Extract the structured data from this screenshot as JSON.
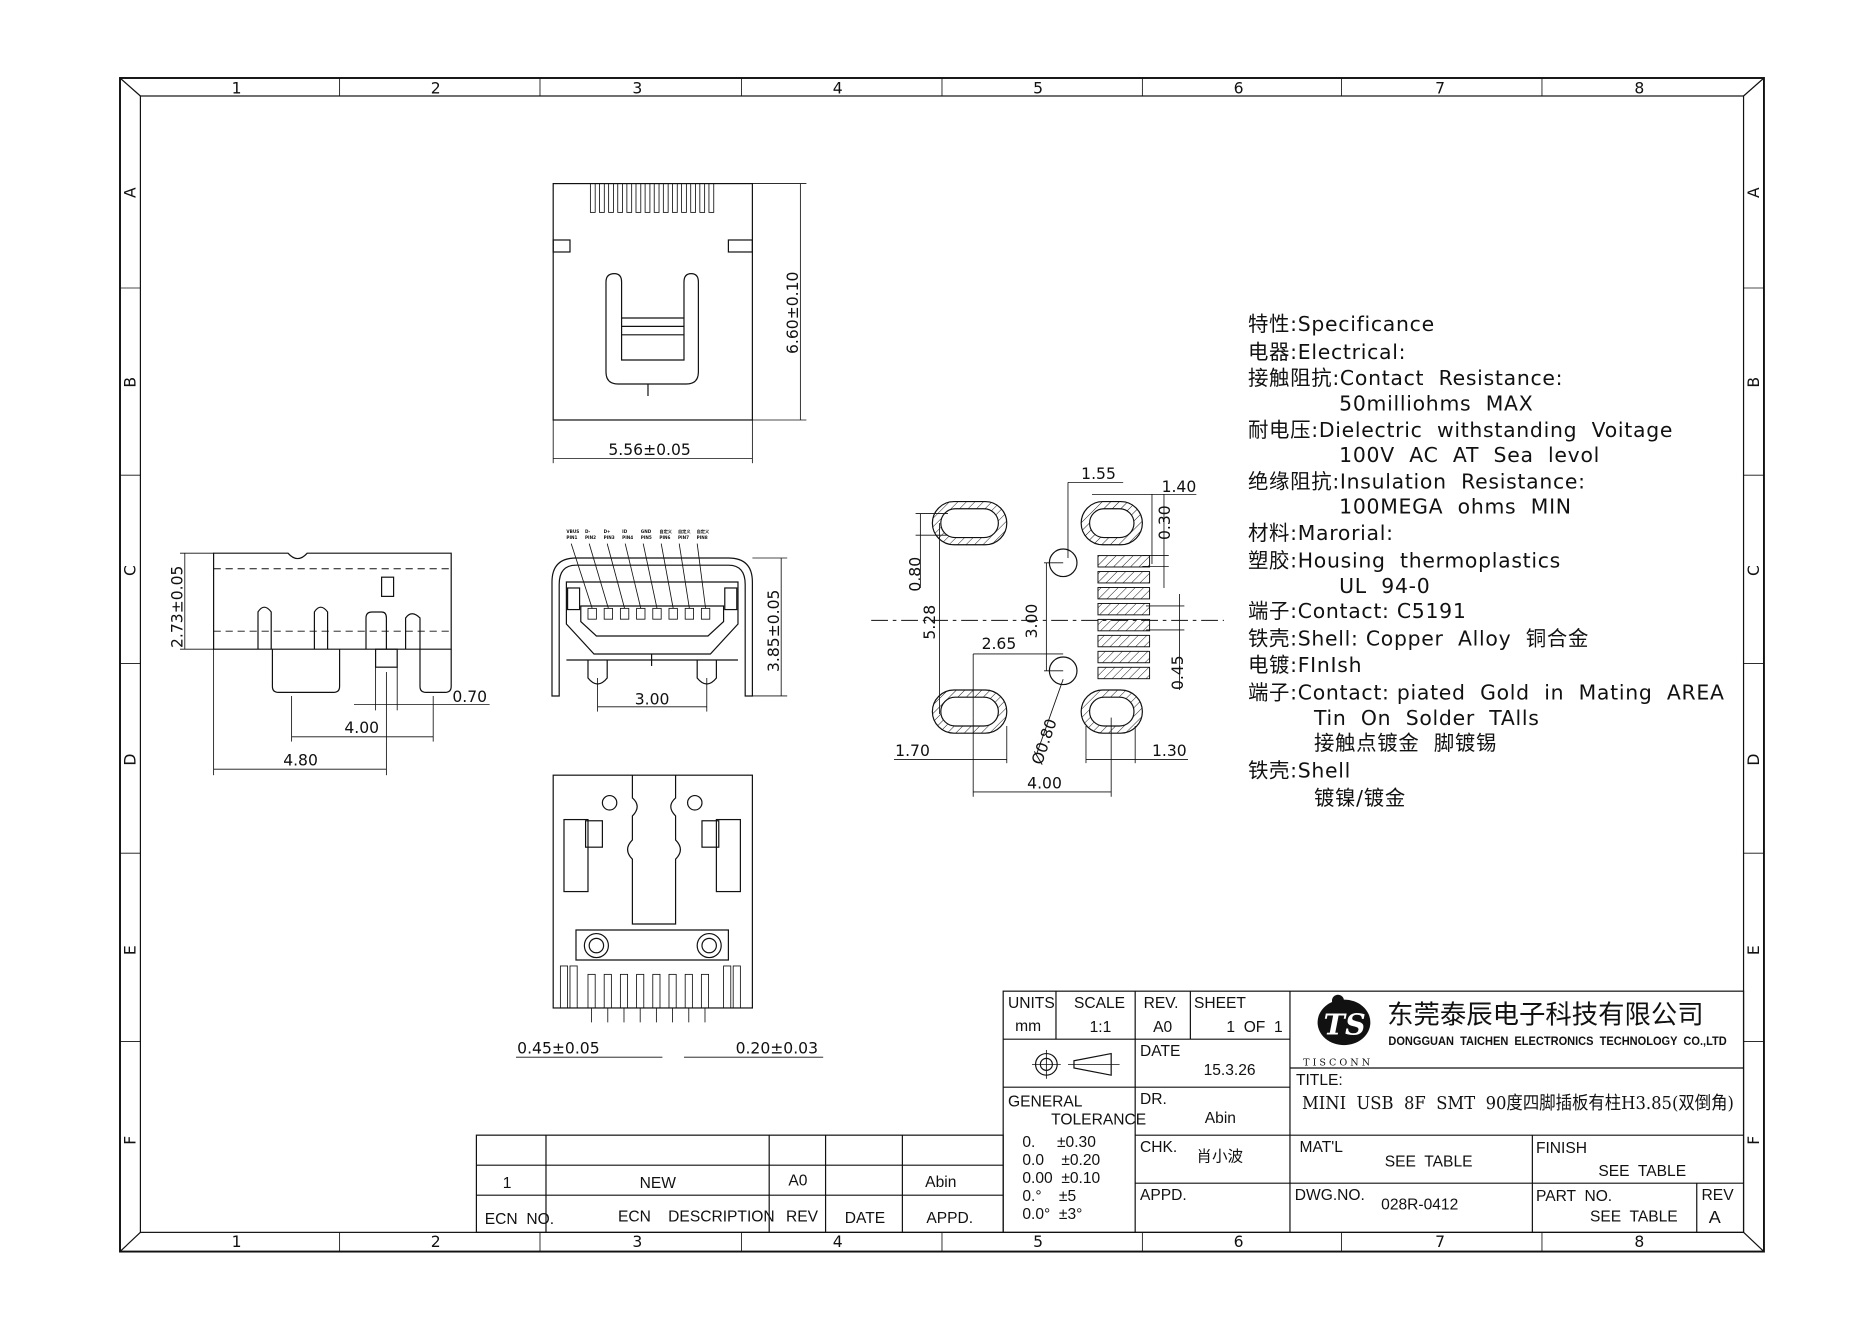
{
  "frame": {
    "columns": [
      "1",
      "2",
      "3",
      "4",
      "5",
      "6",
      "7",
      "8"
    ],
    "rows": [
      "A",
      "B",
      "C",
      "D",
      "E",
      "F"
    ]
  },
  "top_view": {
    "height_dim": "6.60±0.10",
    "width_dim": "5.56±0.05"
  },
  "side_view": {
    "height_dim": "2.73±0.05",
    "dim_a": "0.70",
    "dim_b": "4.00",
    "dim_c": "4.80"
  },
  "front_view": {
    "height_dim": "3.85±0.05",
    "pitch_dim": "3.00",
    "pin_labels": [
      [
        "VBUS",
        "PIN1"
      ],
      [
        "D-",
        "PIN2"
      ],
      [
        "D+",
        "PIN3"
      ],
      [
        "ID",
        "PIN4"
      ],
      [
        "GND",
        "PIN5"
      ],
      [
        "自定义",
        "PIN6"
      ],
      [
        "自定义",
        "PIN7"
      ],
      [
        "自定义",
        "PIN8"
      ]
    ]
  },
  "bottom_view": {
    "pin_width_dim": "0.45±0.05",
    "pin_thick_dim": "0.20±0.03"
  },
  "footprint": {
    "d1": "1.55",
    "d2": "1.40",
    "d3": "0.30",
    "d4": "0.80",
    "d5": "5.28",
    "d6": "3.00",
    "d7": "2.65",
    "d8": "0.45",
    "d9": "Ø0.80",
    "d10": "1.70",
    "d11": "1.30",
    "d12": "4.00"
  },
  "spec": [
    {
      "cn": "特性:",
      "en": "Specificance",
      "indent": 0
    },
    {
      "cn": "电器:",
      "en": "Electrical:",
      "indent": 0
    },
    {
      "cn": "接触阻抗:",
      "en": "Contact  Resistance:",
      "indent": 0
    },
    {
      "cn": "",
      "en": "50milliohms  MAX",
      "indent": 1
    },
    {
      "cn": "耐电压:",
      "en": "Dielectric  withstanding  Voitage",
      "indent": 0
    },
    {
      "cn": "",
      "en": "100V  AC  AT  Sea  levol",
      "indent": 1
    },
    {
      "cn": "绝缘阻抗:",
      "en": "Insulation  Resistance:",
      "indent": 0
    },
    {
      "cn": "",
      "en": "100MEGA  ohms  MIN",
      "indent": 1
    },
    {
      "cn": "材料:",
      "en": "Marorial:",
      "indent": 0
    },
    {
      "cn": "塑胶:",
      "en": "Housing  thermoplastics",
      "indent": 0
    },
    {
      "cn": "",
      "en": "UL  94-0",
      "indent": 1
    },
    {
      "cn": "端子:",
      "en": "Contact: C5191",
      "indent": 0
    },
    {
      "cn": "铁壳:",
      "en": "Shell: Copper  Alloy  铜合金",
      "indent": 0
    },
    {
      "cn": "电镀:",
      "en": "FInIsh",
      "indent": 0
    },
    {
      "cn": "端子:",
      "en": "Contact: piated  Gold  in  Mating  AREA",
      "indent": 0
    },
    {
      "cn": "",
      "en": "Tin  On  Solder  TAlls",
      "indent": 2
    },
    {
      "cn": "",
      "en": "接触点镀金  脚镀锡",
      "indent": 2
    },
    {
      "cn": "铁壳:",
      "en": "Shell",
      "indent": 0
    },
    {
      "cn": "",
      "en": "镀镍/镀金",
      "indent": 2
    }
  ],
  "title_block": {
    "units_label": "UNITS",
    "units": "mm",
    "scale_label": "SCALE",
    "scale": "1:1",
    "rev_label": "REV.",
    "rev": "A0",
    "sheet_label": "SHEET",
    "sheet": "1  OF  1",
    "date_label": "DATE",
    "date": "15.3.26",
    "tolerance_label_1": "GENERAL",
    "tolerance_label_2": "TOLERANCE",
    "tolerances": [
      "0.     ±0.30",
      "0.0    ±0.20",
      "0.00  ±0.10",
      "0.°    ±5",
      "0.0°  ±3°"
    ],
    "dr_label": "DR.",
    "dr": "Abin",
    "chk_label": "CHK.",
    "chk": "肖小波",
    "appd_label": "APPD.",
    "company_cn": "东莞泰辰电子科技有限公司",
    "company_en": "DONGGUAN  TAICHEN  ELECTRONICS  TECHNOLOGY  CO.,LTD",
    "brand": "T I S C O N N",
    "logo_text": "TS",
    "title_label": "TITLE:",
    "title": "MINI  USB  8F  SMT  90度四脚插板有柱H3.85(双倒角)",
    "matl_label": "MAT'L",
    "matl": "SEE  TABLE",
    "finish_label": "FINISH",
    "finish": "SEE  TABLE",
    "dwg_label": "DWG.NO.",
    "dwg": "028R-0412",
    "part_label": "PART  NO.",
    "part": "SEE  TABLE",
    "rev2_label": "REV",
    "rev2": "A"
  },
  "revision_block": {
    "headers": [
      "ECN  NO.",
      "ECN    DESCRIPTION",
      "REV",
      "DATE",
      "APPD."
    ],
    "rows": [
      [
        "1",
        "NEW",
        "A0",
        "",
        "Abin"
      ]
    ]
  }
}
